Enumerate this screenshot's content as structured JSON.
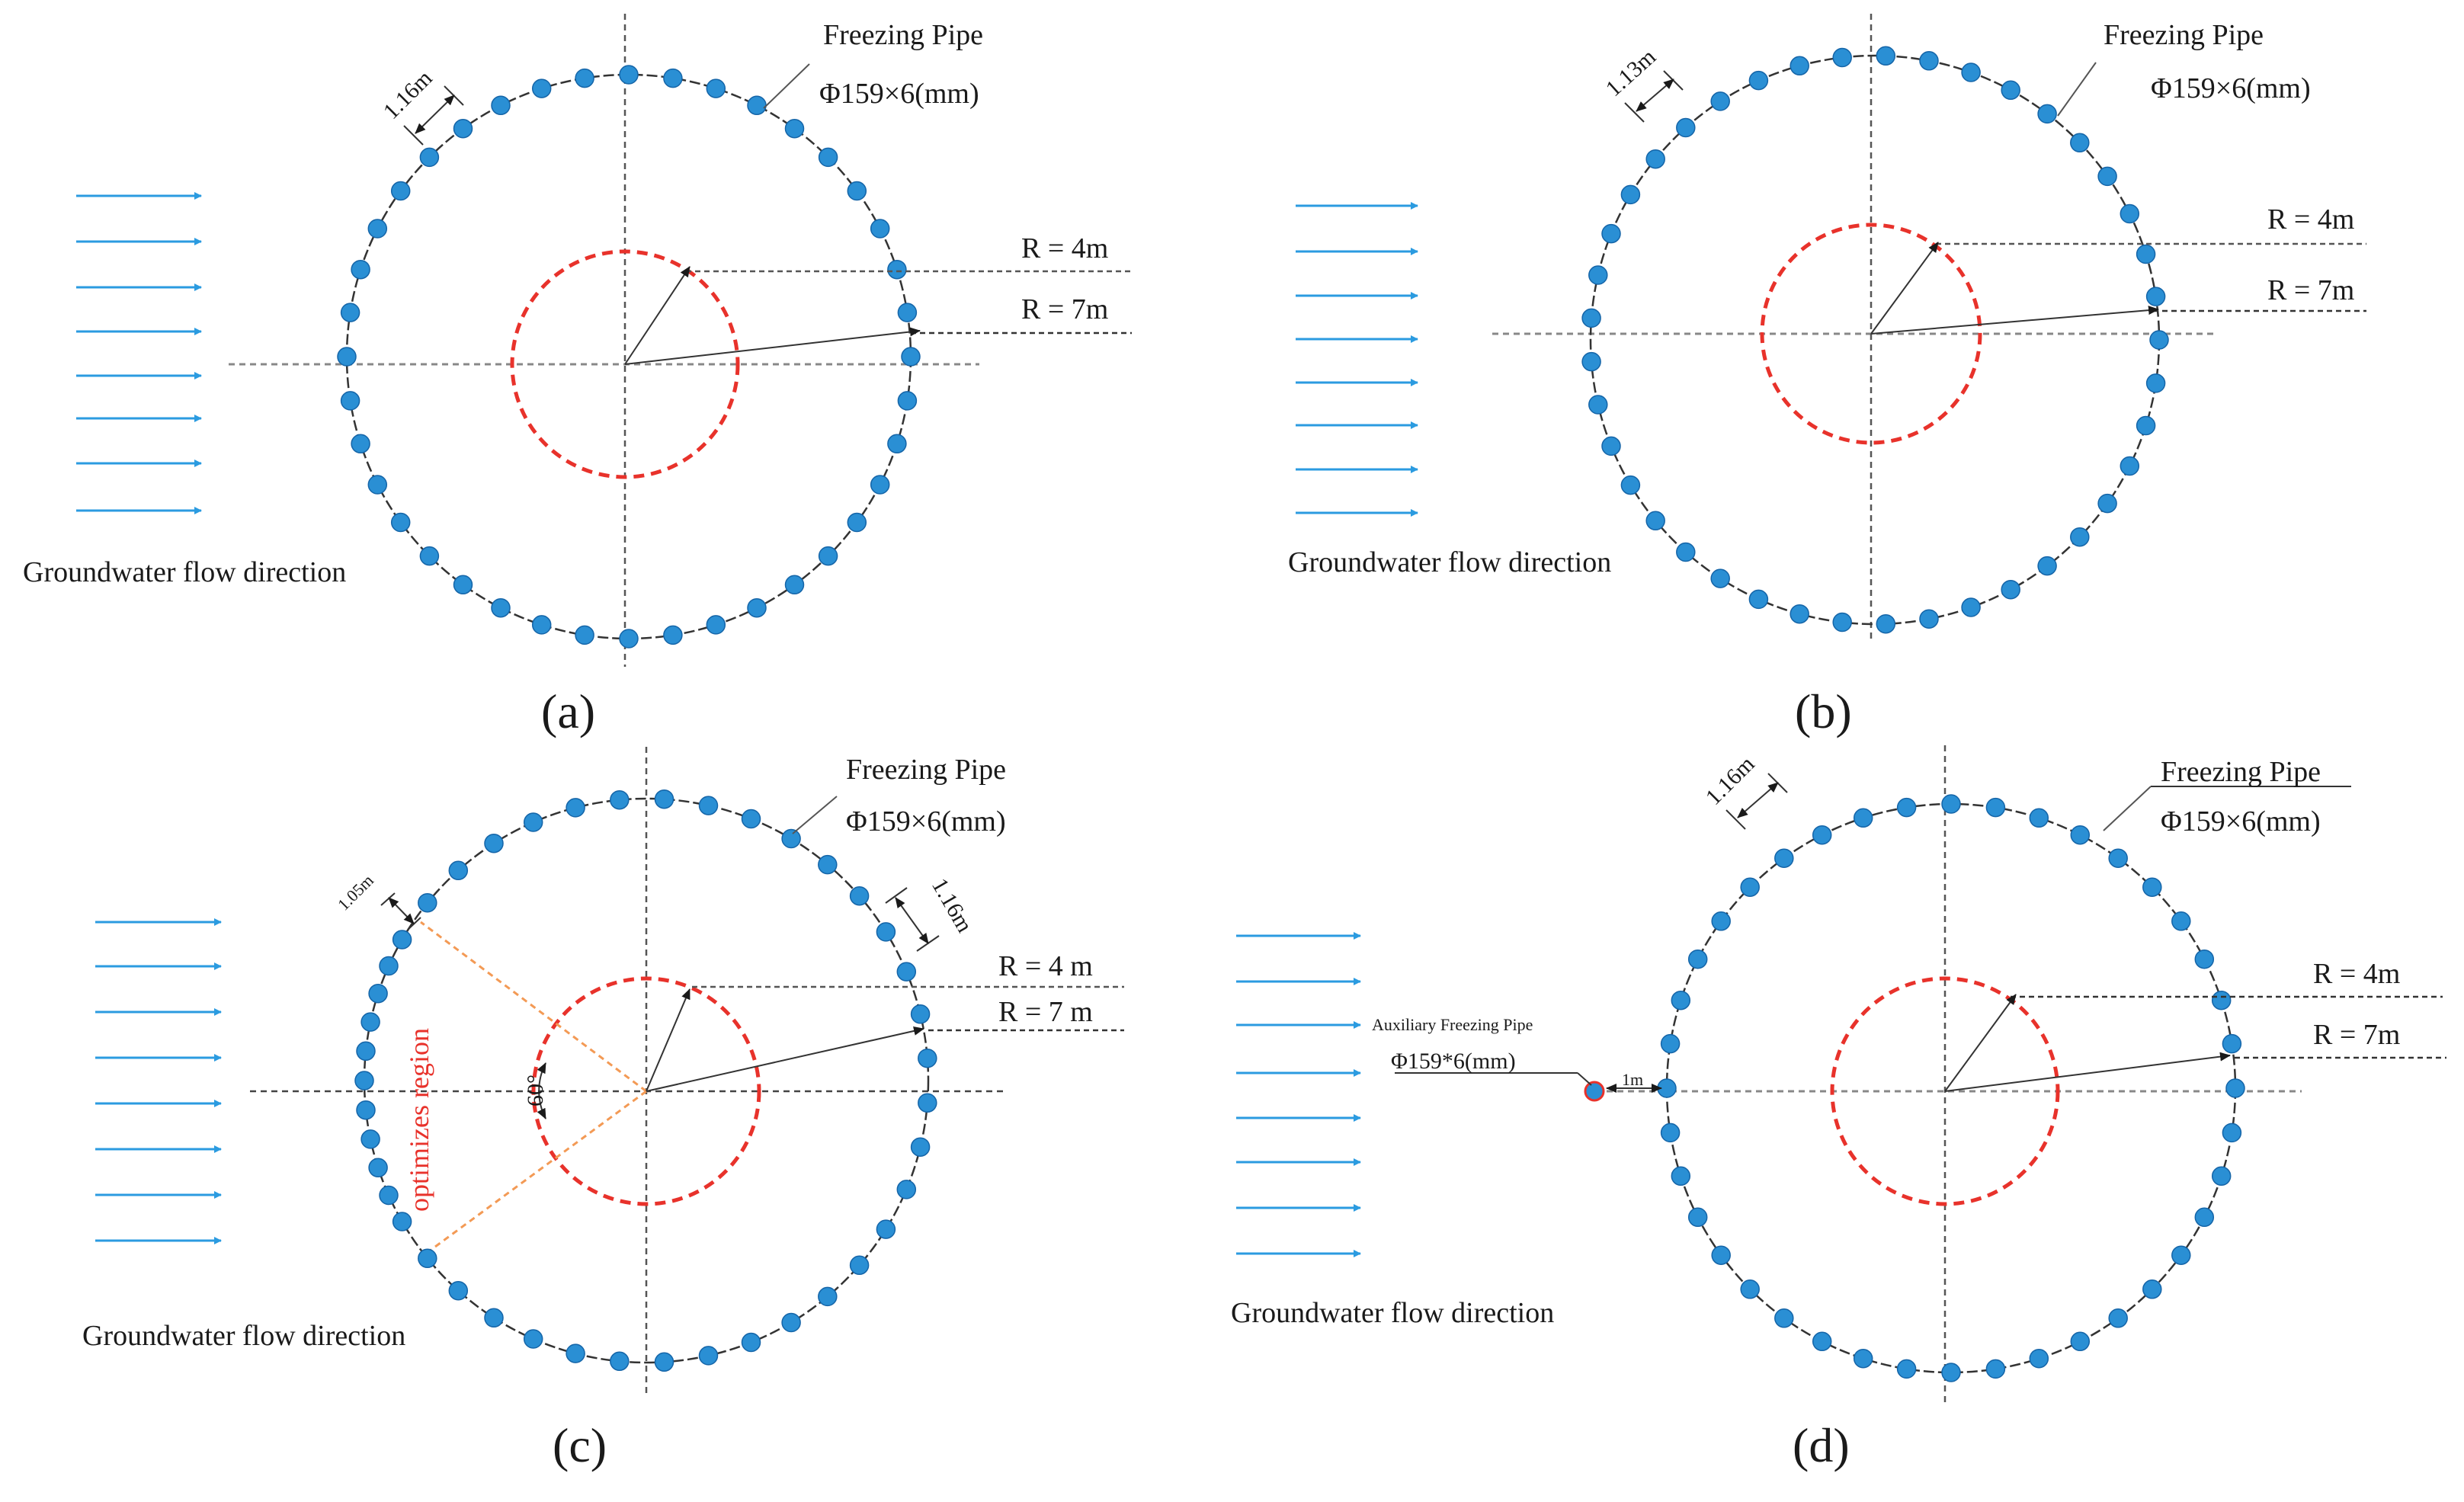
{
  "colors": {
    "pipe": "#2a8fd4",
    "pipe_stroke": "#1565a8",
    "arrow": "#2b9be0",
    "frozen_circle": "#e8322b",
    "optimize_line": "#f39a55",
    "aux_pipe_stroke": "#e8322b"
  },
  "panels": [
    {
      "id": "a",
      "label": "(a)",
      "pipe_count": 40,
      "labels": {
        "pipe": "Freezing Pipe",
        "pipe_size": "Φ159×6(mm)",
        "r_inner": "R = 4m",
        "r_outer": "R = 7m",
        "flow": "Groundwater flow direction",
        "spacing": "1.16m"
      }
    },
    {
      "id": "b",
      "label": "(b)",
      "pipe_count": 41,
      "labels": {
        "pipe": "Freezing Pipe",
        "pipe_size": "Φ159×6(mm)",
        "r_inner": "R = 4m",
        "r_outer": "R = 7m",
        "flow": "Groundwater flow direction",
        "spacing": "1.13m"
      }
    },
    {
      "id": "c",
      "label": "(c)",
      "pipe_count": 43,
      "labels": {
        "pipe": "Freezing Pipe",
        "pipe_size": "Φ159×6(mm)",
        "r_inner": "R = 4 m",
        "r_outer": "R = 7 m",
        "flow": "Groundwater flow direction",
        "spacing_left": "1.05m",
        "spacing_right": "1.16m",
        "angle": "60°",
        "region": "optimizes region"
      }
    },
    {
      "id": "d",
      "label": "(d)",
      "pipe_count": 40,
      "labels": {
        "pipe": "Freezing Pipe",
        "pipe_size": "Φ159×6(mm)",
        "r_inner": "R = 4m",
        "r_outer": "R = 7m",
        "flow": "Groundwater flow direction",
        "spacing": "1.16m",
        "aux_pipe": "Auxiliary Freezing Pipe",
        "aux_size": "Φ159*6(mm)",
        "aux_gap": "1m"
      }
    }
  ]
}
